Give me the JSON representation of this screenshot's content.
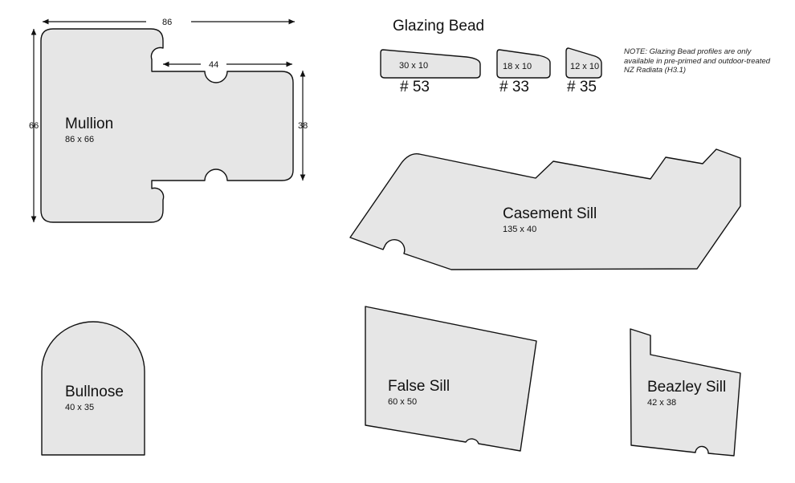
{
  "glazing_bead": {
    "title": "Glazing Bead",
    "items": [
      {
        "size": "30 x 10",
        "number": "# 53"
      },
      {
        "size": "18 x 10",
        "number": "# 33"
      },
      {
        "size": "12 x 10",
        "number": "# 35"
      }
    ],
    "note": "NOTE: Glazing Bead profiles are only available in pre-primed and outdoor-treated NZ Radiata (H3.1)"
  },
  "profiles": {
    "mullion": {
      "name": "Mullion",
      "size": "86 x 66"
    },
    "casement_sill": {
      "name": "Casement Sill",
      "size": "135 x 40"
    },
    "bullnose": {
      "name": "Bullnose",
      "size": "40 x 35"
    },
    "false_sill": {
      "name": "False Sill",
      "size": "60 x 50"
    },
    "beazley_sill": {
      "name": "Beazley Sill",
      "size": "42 x 38"
    }
  },
  "mullion_dimensions": {
    "width": "86",
    "height": "66",
    "inner_width": "44",
    "inner_height": "38"
  },
  "colors": {
    "fill": "#e6e6e6",
    "stroke": "#111111"
  }
}
